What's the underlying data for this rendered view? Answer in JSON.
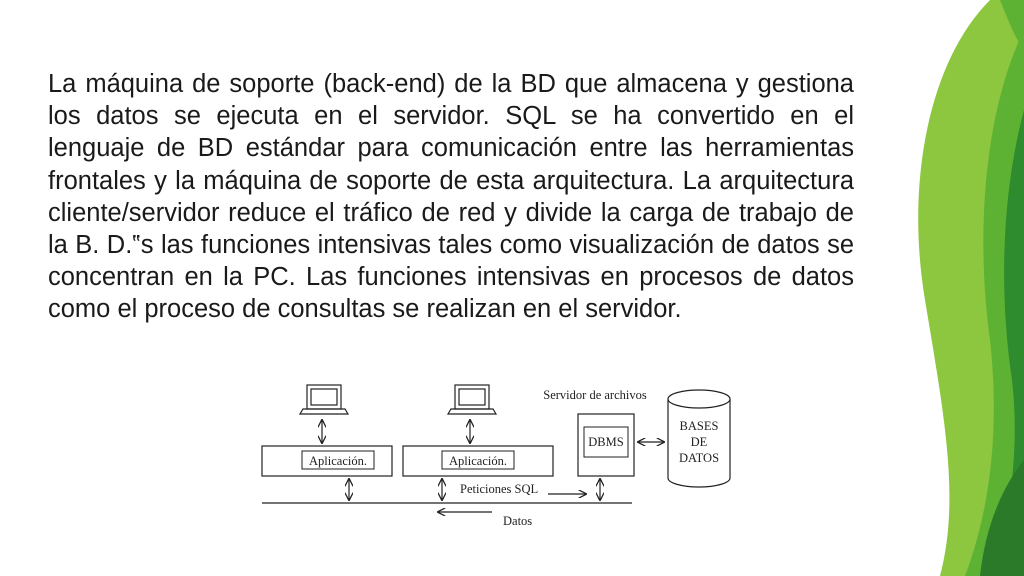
{
  "slide": {
    "paragraph": "La máquina de soporte (back-end) de la BD que almacena y gestiona los datos se ejecuta en el servidor. SQL se ha convertido en el lenguaje de BD estándar para comunicación entre las herramientas frontales y la máquina de soporte de esta arquitectura. La arquitectura cliente/servidor reduce el tráfico de red y divide la carga de trabajo de la B. D.‟s las funciones intensivas tales como visualización de datos se concentran en la PC. Las funciones intensivas en procesos de datos como el proceso de consultas se realizan en el servidor."
  },
  "diagram": {
    "client1_app": "Aplicación.",
    "client2_app": "Aplicación.",
    "server_title": "Servidor de archivos",
    "dbms": "DBMS",
    "db_line1": "BASES",
    "db_line2": "DE",
    "db_line3": "DATOS",
    "requests_label": "Peticiones SQL",
    "data_label": "Datos"
  },
  "colors": {
    "accent_light": "#8dc63f",
    "accent_mid": "#5db233",
    "accent_dark": "#2e8b2e"
  }
}
